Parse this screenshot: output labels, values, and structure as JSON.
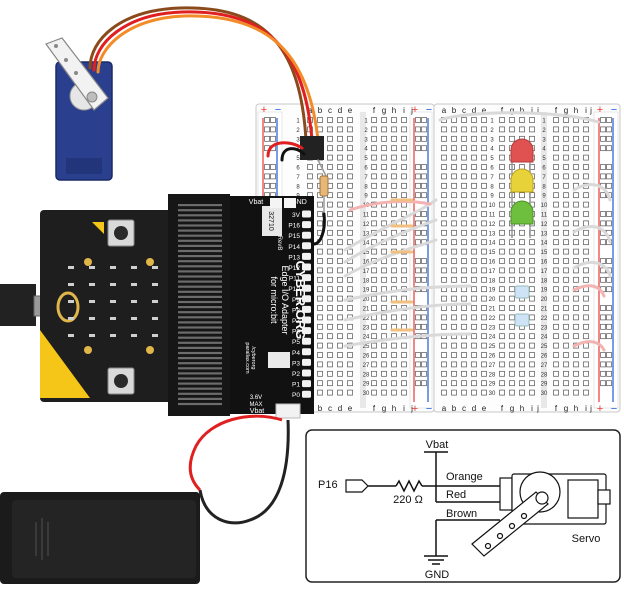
{
  "adapter": {
    "brand": "CYBER.ORG",
    "product_line1": "Edge I/O Adapter",
    "product_line2": "for micro:bit",
    "part_number": "32710",
    "revision": "RevB",
    "website_line1": "parallax.com",
    "website_line2": "/cyberorg",
    "vbat_top_label": "Vbat",
    "gnd_top_label": "GND",
    "vbat_bottom_label": "Vbat",
    "voltage_note_line1": "3.6V",
    "voltage_note_line2": "MAX",
    "pin_labels": [
      "3V",
      "P16",
      "P15",
      "P14",
      "P13",
      "P12",
      "P11",
      "P10",
      "P9",
      "P8",
      "P7",
      "P6",
      "P5",
      "P4",
      "P3",
      "P2",
      "P1",
      "P0"
    ],
    "pin_numbers": [
      "",
      "16",
      "15",
      "14",
      "13",
      "12",
      "11",
      "10",
      "9",
      "8",
      "7",
      "6",
      "5",
      "4",
      "3",
      "2",
      "1",
      "0"
    ]
  },
  "breadboard": {
    "left_columns_top": [
      "a",
      "b",
      "c",
      "d",
      "e"
    ],
    "right_columns_top": [
      "f",
      "g",
      "h",
      "i",
      "j"
    ],
    "row_numbers": [
      "1",
      "2",
      "3",
      "4",
      "5",
      "6",
      "7",
      "8",
      "9",
      "10",
      "11",
      "12",
      "13",
      "14",
      "15",
      "16",
      "17",
      "18",
      "19",
      "20",
      "21",
      "22",
      "23",
      "24",
      "25",
      "26",
      "27",
      "28",
      "29",
      "30"
    ],
    "rail_plus": "+",
    "rail_minus": "−"
  },
  "leds": {
    "colors": [
      "#e05252",
      "#e8d23a",
      "#6fbf3f"
    ]
  },
  "schematic": {
    "vbat_label": "Vbat",
    "p16_label": "P16",
    "resistor_label": "220 Ω",
    "orange_label": "Orange",
    "red_label": "Red",
    "brown_label": "Brown",
    "gnd_label": "GND",
    "servo_label": "Servo"
  },
  "colors": {
    "wire_orange": "#f28c28",
    "wire_red": "#e02020",
    "wire_brown": "#8a4b1c",
    "servo_body": "#2b3f8f",
    "microbit_board": "#1e1e1e",
    "microbit_accent": "#f5c518",
    "adapter_board": "#111111",
    "rail_red": "#e53935",
    "rail_blue": "#1e5bd8"
  }
}
